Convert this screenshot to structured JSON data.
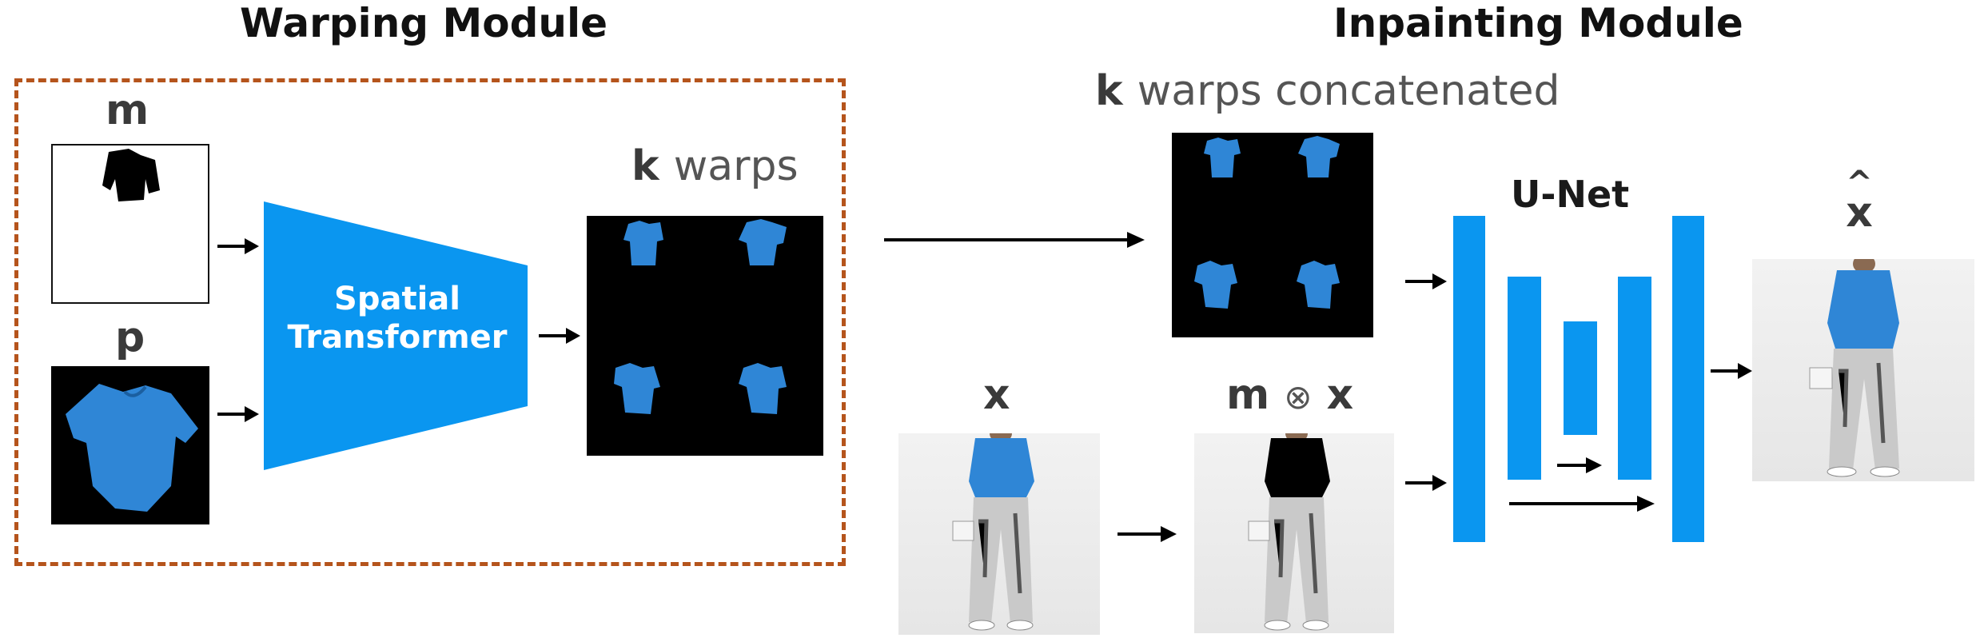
{
  "titles": {
    "warping": "Warping Module",
    "inpainting": "Inpainting Module"
  },
  "labels": {
    "m": "m",
    "p": "p",
    "k": "k",
    "warps": "warps",
    "k2": "k",
    "warps_concat": "warps concatenated",
    "x": "x",
    "mx_m": "m",
    "mx_op": "⊗",
    "mx_x": "x",
    "unet": "U-Net",
    "xhat": "x",
    "hat": "^"
  },
  "spatial_transformer": {
    "line1": "Spatial",
    "line2": "Transformer"
  },
  "colors": {
    "blue": "#0a96f0",
    "dashed_border": "#b5541c",
    "black": "#000000"
  }
}
